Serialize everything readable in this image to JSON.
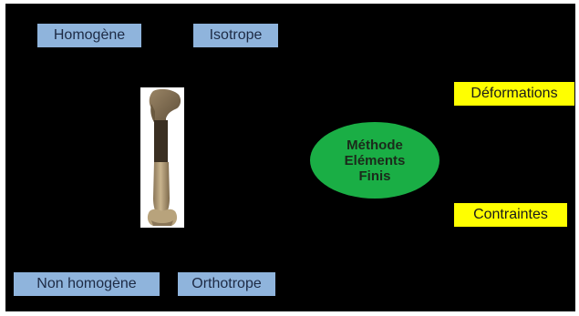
{
  "slide": {
    "top_labels": {
      "homogene": "Homogène",
      "isotrope": "Isotrope"
    },
    "bottom_labels": {
      "non_homogene": "Non homogène",
      "orthotrope": "Orthotrope"
    },
    "method": {
      "line1": "Méthode",
      "line2": "Eléments",
      "line3": "Finis"
    },
    "outputs": {
      "deformations": "Déformations",
      "contraintes": "Contraintes"
    },
    "image": {
      "icon": "femur-bone-image"
    },
    "colors": {
      "background": "#000000",
      "blue_tag": "#8fb4dc",
      "yellow_tag": "#ffff00",
      "ellipse": "#1aae45"
    }
  }
}
